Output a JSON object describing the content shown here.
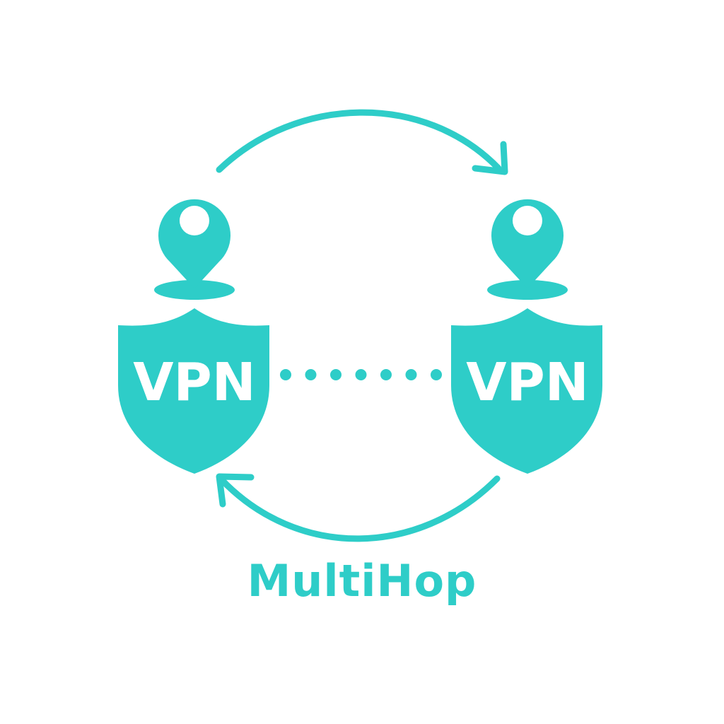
{
  "colors": {
    "accent": "#2ecdc8",
    "background": "#ffffff",
    "knockout": "#ffffff"
  },
  "nodes": [
    {
      "label": "VPN",
      "icons": [
        "location-pin-icon",
        "shield-icon"
      ]
    },
    {
      "label": "VPN",
      "icons": [
        "location-pin-icon",
        "shield-icon"
      ]
    }
  ],
  "link": {
    "style": "dotted",
    "dot_count": 7
  },
  "arrows": [
    "clockwise-top-arrow",
    "clockwise-bottom-arrow"
  ],
  "caption": "MultiHop"
}
